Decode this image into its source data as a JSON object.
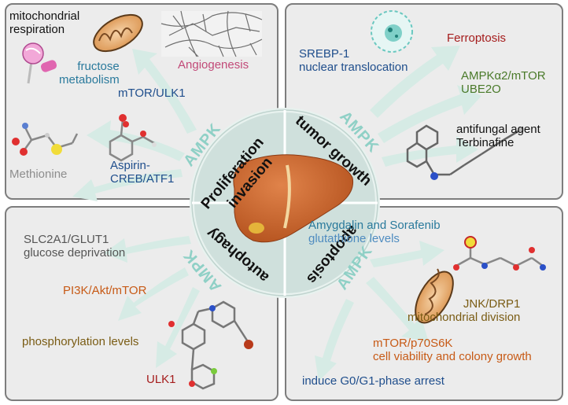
{
  "colors": {
    "panel_bg": "#ececec",
    "panel_border": "#7d7d7d",
    "arrow": "#d6ebe5",
    "ampk_text": "#8fd0c6",
    "circle_fill": "#cfe0dc",
    "liver": "#c8642e",
    "dark_red": "#a51c1c",
    "teal_blue": "#2a7a9c",
    "navy": "#1f4e8c",
    "olive": "#7a5c14",
    "orange": "#c75a16",
    "green": "#4a7a2a",
    "gray": "#8d8d8d",
    "pink": "#c24a78"
  },
  "center": {
    "quadrants": [
      {
        "id": "top-left",
        "lines": [
          "Proliferation",
          "invasion"
        ]
      },
      {
        "id": "top-right",
        "lines": [
          "tumor growth"
        ]
      },
      {
        "id": "bottom-left",
        "lines": [
          "autophagy"
        ]
      },
      {
        "id": "bottom-right",
        "lines": [
          "apoptosis"
        ]
      }
    ],
    "ampk_labels": [
      "AMPK",
      "AMPK",
      "AMPK",
      "AMPK"
    ]
  },
  "panels": {
    "top_left": {
      "mito_resp": [
        "mitochondrial",
        "respiration"
      ],
      "angiogenesis": "Angiogenesis",
      "fructose": [
        "fructose",
        "metabolism"
      ],
      "mtor_ulk1": "mTOR/ULK1",
      "methionine": "Methionine",
      "aspirin": [
        "Aspirin-",
        "CREB/ATF1"
      ]
    },
    "top_right": {
      "srebp": [
        "SREBP-1",
        "nuclear translocation"
      ],
      "ferroptosis": "Ferroptosis",
      "ampka2": [
        "AMPKα2/mTOR",
        "UBE2O"
      ],
      "antifungal": [
        "antifungal agent",
        "Terbinafine"
      ]
    },
    "bottom_left": {
      "slc2a1": [
        "SLC2A1/GLUT1",
        "glucose deprivation"
      ],
      "pi3k": "PI3K/Akt/mTOR",
      "phospho": "phosphorylation levels",
      "ulk1": "ULK1"
    },
    "bottom_right": {
      "amygdalin": [
        "Amygdalin and Sorafenib",
        "glutathione levels"
      ],
      "jnk": [
        "JNK/DRP1",
        "mitochondrial division"
      ],
      "mtor_p70": [
        "mTOR/p70S6K",
        "cell viability and colony growth"
      ],
      "g0g1": "induce G0/G1-phase arrest"
    }
  }
}
